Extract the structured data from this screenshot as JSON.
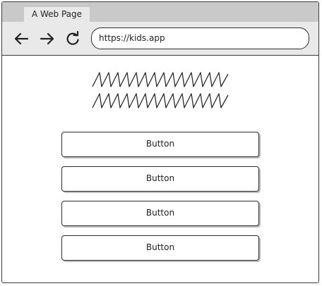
{
  "browser": {
    "tab_title": "A Web Page",
    "url": "https://kids.app",
    "icons": {
      "back": "arrow-left-icon",
      "forward": "arrow-right-icon",
      "reload": "reload-icon"
    }
  },
  "page": {
    "buttons": [
      {
        "label": "Button"
      },
      {
        "label": "Button"
      },
      {
        "label": "Button"
      },
      {
        "label": "Button"
      }
    ]
  },
  "colors": {
    "tab_strip": "#c9c9c9",
    "toolbar": "#e9e9e9",
    "border": "#3a3a3a"
  }
}
